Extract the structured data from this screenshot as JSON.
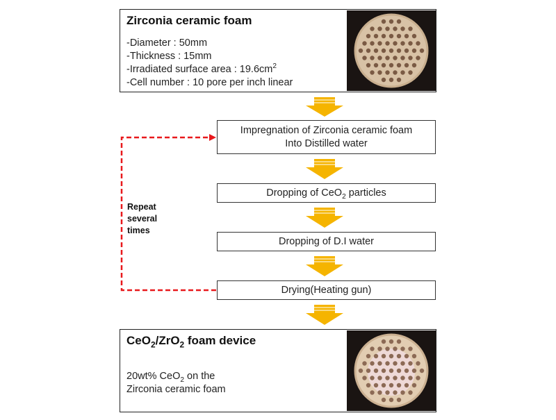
{
  "foam_box": {
    "title": "Zirconia ceramic foam",
    "spec_diameter": "-Diameter : 50mm",
    "spec_thickness": "-Thickness : 15mm",
    "spec_area": "-Irradiated surface area : 19.6cm",
    "spec_area_sup": "2",
    "spec_cell": "-Cell number : 10 pore per inch linear"
  },
  "steps": {
    "impregnation_line1": "Impregnation of Zirconia ceramic foam",
    "impregnation_line2": "Into Distilled water",
    "dropping_ceo2_pre": "Dropping of CeO",
    "dropping_ceo2_sub": "2",
    "dropping_ceo2_post": " particles",
    "dropping_di": "Dropping of D.I water",
    "drying": "Drying(Heating gun)"
  },
  "loop": {
    "label_line1": "Repeat",
    "label_line2": "several",
    "label_line3": "times"
  },
  "device_box": {
    "title_ceo": "CeO",
    "title_sub1": "2",
    "title_zro": "/ZrO",
    "title_sub2": "2",
    "title_rest": " foam device",
    "desc_pre": "20wt% CeO",
    "desc_sub": "2",
    "desc_post": " on the",
    "desc_line2": "Zirconia ceramic foam"
  },
  "colors": {
    "arrow": "#f5b400",
    "loop_arrow": "#e8191c",
    "border": "#333333"
  }
}
